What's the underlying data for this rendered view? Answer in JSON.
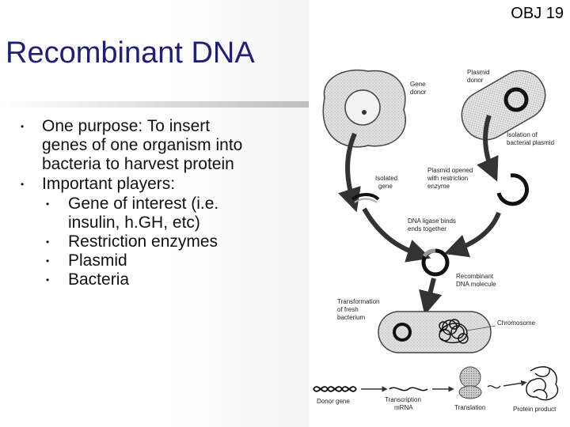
{
  "slide": {
    "objective": "OBJ 19",
    "title": "Recombinant DNA",
    "bullets": [
      {
        "text": "One purpose: To insert genes of one organism into bacteria to harvest protein"
      },
      {
        "text": "Important players:",
        "sub": [
          "Gene of interest (i.e. insulin, h.GH, etc)",
          "Restriction enzymes",
          "Plasmid",
          "Bacteria"
        ]
      }
    ]
  },
  "diagram": {
    "labels": {
      "gene_donor": [
        "Gene",
        "donor"
      ],
      "plasmid_donor": [
        "Plasmid",
        "donor"
      ],
      "isolation": [
        "Isolation of",
        "bacterial plasmid"
      ],
      "isolated_gene": [
        "Isolated",
        "gene"
      ],
      "plasmid_opened": [
        "Plasmid opened",
        "with restriction",
        "enzyme"
      ],
      "dna_ligase": [
        "DNA ligase binds",
        "ends together"
      ],
      "recombinant": [
        "Recombinant",
        "DNA molecule"
      ],
      "transformation": [
        "Transformation",
        "of fresh",
        "bacterium"
      ],
      "chromosome": "Chromosome",
      "donor_gene": "Donor gene",
      "transcription": [
        "Transcription",
        "mRNA"
      ],
      "translation": "Translation",
      "protein_product": "Protein product"
    }
  }
}
